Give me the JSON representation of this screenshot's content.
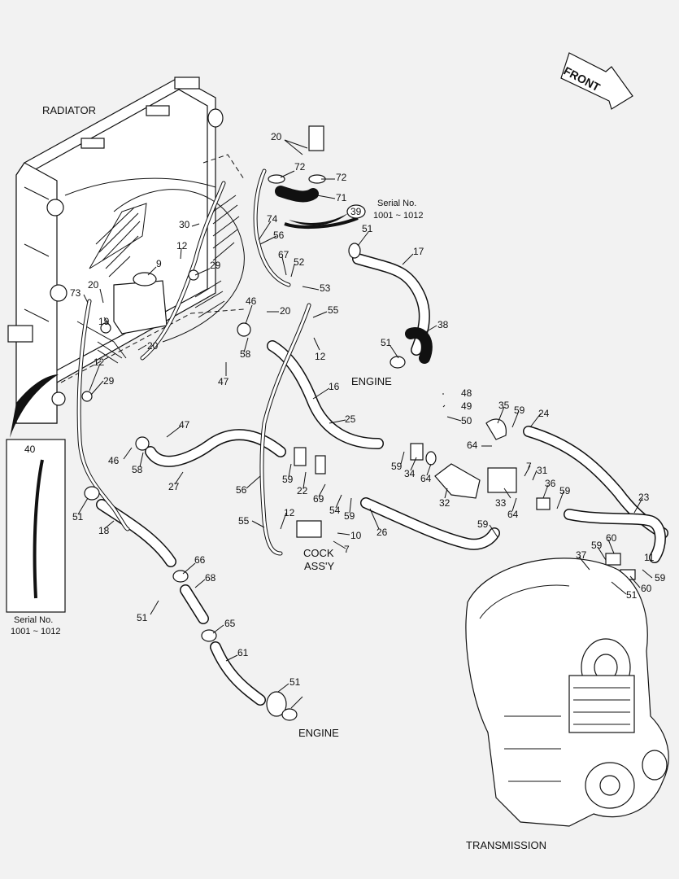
{
  "labels": {
    "radiator": "RADIATOR",
    "front": "FRONT",
    "engine_top": "ENGINE",
    "engine_bottom": "ENGINE",
    "transmission": "TRANSMISSION",
    "cock_line1": "COCK",
    "cock_line2": "ASS'Y",
    "serial_top_line1": "Serial No.",
    "serial_top_line2": "1001 ~ 1012",
    "serial_inset_line1": "Serial No.",
    "serial_inset_line2": "1001 ~ 1012",
    "inset_part": "40",
    "circled_part": "39"
  },
  "callouts": [
    "20",
    "72",
    "72",
    "71",
    "51",
    "17",
    "38",
    "51",
    "74",
    "56",
    "67",
    "52",
    "53",
    "20",
    "55",
    "12",
    "30",
    "12",
    "9",
    "29",
    "20",
    "73",
    "19",
    "20",
    "46",
    "58",
    "47",
    "16",
    "25",
    "12",
    "29",
    "47",
    "46",
    "58",
    "27",
    "56",
    "59",
    "22",
    "69",
    "54",
    "59",
    "26",
    "55",
    "12",
    "10",
    "7",
    "51",
    "18",
    "48",
    "49",
    "50",
    "35",
    "59",
    "24",
    "64",
    "59",
    "34",
    "64",
    "32",
    "7",
    "31",
    "33",
    "36",
    "64",
    "59",
    "23",
    "59",
    "60",
    "37",
    "59",
    "11",
    "59",
    "60",
    "51",
    "66",
    "68",
    "51",
    "65",
    "61",
    "51"
  ]
}
